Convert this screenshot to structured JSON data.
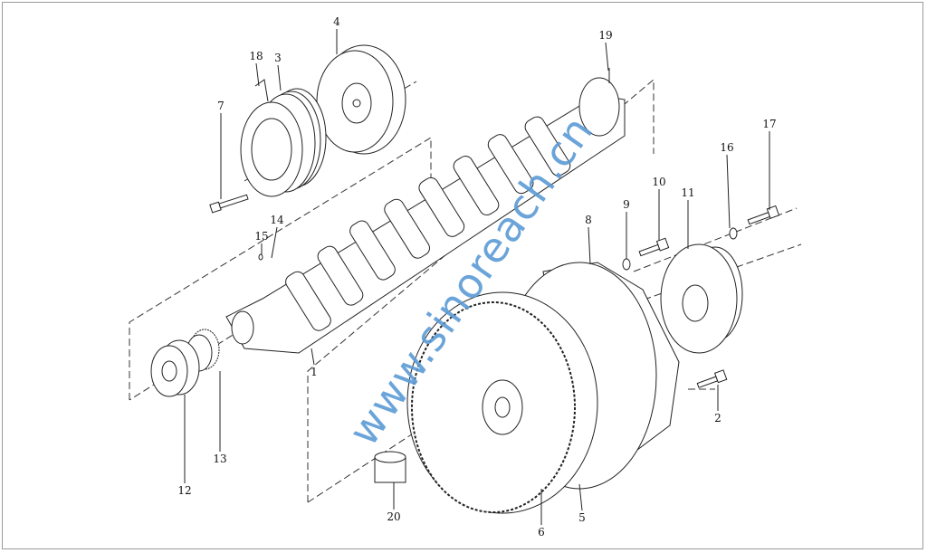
{
  "watermark": "www.sinoreach.cn",
  "labels": {
    "p1": "1",
    "p2": "2",
    "p3": "3",
    "p4": "4",
    "p5": "5",
    "p6": "6",
    "p7": "7",
    "p8": "8",
    "p9": "9",
    "p10": "10",
    "p11": "11",
    "p12": "12",
    "p13": "13",
    "p14": "14",
    "p15": "15",
    "p16": "16",
    "p17": "17",
    "p18": "18",
    "p19": "19",
    "p20": "20"
  },
  "colors": {
    "line": "#222222",
    "watermark": "#5b9bd5"
  }
}
